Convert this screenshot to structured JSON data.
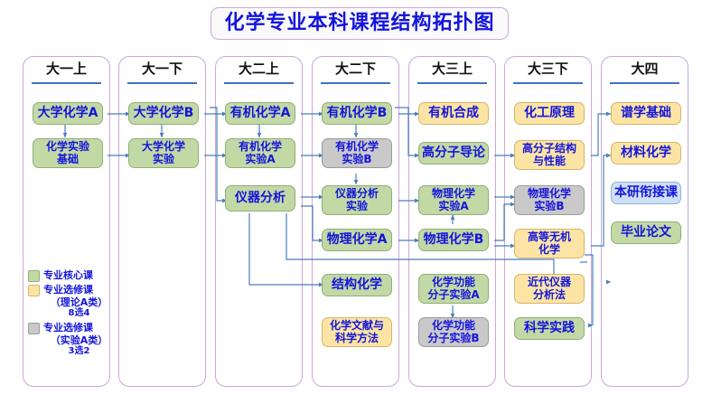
{
  "title": "化学专业本科课程结构拓扑图",
  "columns": [
    {
      "header": "大一上",
      "courses": [
        {
          "label": "大学化学A",
          "type": "core",
          "size": "fs14"
        },
        {
          "label": "化学实验\n基础",
          "type": "core",
          "size": "fs12"
        }
      ]
    },
    {
      "header": "大一下",
      "courses": [
        {
          "label": "大学化学B",
          "type": "core",
          "size": "fs14"
        },
        {
          "label": "大学化学\n实验",
          "type": "core",
          "size": "fs12"
        }
      ]
    },
    {
      "header": "大二上",
      "courses": [
        {
          "label": "有机化学A",
          "type": "core",
          "size": "fs14"
        },
        {
          "label": "有机化学\n实验A",
          "type": "core",
          "size": "fs12"
        },
        {
          "label": "仪器分析",
          "type": "core",
          "size": "fs14"
        }
      ]
    },
    {
      "header": "大二下",
      "courses": [
        {
          "label": "有机化学B",
          "type": "core",
          "size": "fs14"
        },
        {
          "label": "有机化学\n实验B",
          "type": "lab",
          "size": "fs12"
        },
        {
          "label": "仪器分析\n实验",
          "type": "core",
          "size": "fs12"
        },
        {
          "label": "物理化学A",
          "type": "core",
          "size": "fs14"
        },
        {
          "label": "结构化学",
          "type": "core",
          "size": "fs14"
        },
        {
          "label": "化学文献与\n科学方法",
          "type": "theory",
          "size": "fs12"
        }
      ]
    },
    {
      "header": "大三上",
      "courses": [
        {
          "label": "有机合成",
          "type": "theory",
          "size": "fs14"
        },
        {
          "label": "高分子导论",
          "type": "core",
          "size": "fs14"
        },
        {
          "label": "物理化学\n实验A",
          "type": "core",
          "size": "fs12"
        },
        {
          "label": "物理化学B",
          "type": "core",
          "size": "fs14"
        },
        {
          "label": "化学功能\n分子实验A",
          "type": "core",
          "size": "fs12"
        },
        {
          "label": "化学功能\n分子实验B",
          "type": "lab",
          "size": "fs12"
        }
      ]
    },
    {
      "header": "大三下",
      "courses": [
        {
          "label": "化工原理",
          "type": "theory",
          "size": "fs14"
        },
        {
          "label": "高分子结构\n与性能",
          "type": "theory",
          "size": "fs12"
        },
        {
          "label": "物理化学\n实验B",
          "type": "lab",
          "size": "fs12"
        },
        {
          "label": "高等无机\n化学",
          "type": "theory",
          "size": "fs12"
        },
        {
          "label": "近代仪器\n分析法",
          "type": "theory",
          "size": "fs12"
        },
        {
          "label": "科学实践",
          "type": "core",
          "size": "fs14"
        }
      ]
    },
    {
      "header": "大四",
      "courses": [
        {
          "label": "谱学基础",
          "type": "theory",
          "size": "fs14"
        },
        {
          "label": "材料化学",
          "type": "theory",
          "size": "fs14"
        },
        {
          "label": "本研衔接课",
          "type": "bridge",
          "size": "fs14"
        },
        {
          "label": "毕业论文",
          "type": "core",
          "size": "fs14"
        }
      ]
    }
  ],
  "legend": [
    {
      "swatch": "core",
      "label": "专业核心课",
      "sub": "",
      "count": ""
    },
    {
      "swatch": "theory",
      "label": "专业选修课",
      "sub": "（理论A类）",
      "count": "8选4"
    },
    {
      "swatch": "lab",
      "label": "专业选修课",
      "sub": "（实验A类）",
      "count": "3选2"
    }
  ],
  "colors": {
    "core": "#c3d9a5",
    "theory": "#fce5a4",
    "lab": "#c9c9c9",
    "bridge": "#cde0f5",
    "text": "#1414dc",
    "panel_border": "#c9a8d8",
    "rule": "#3f72c4",
    "wire": "#4a7ebb"
  }
}
